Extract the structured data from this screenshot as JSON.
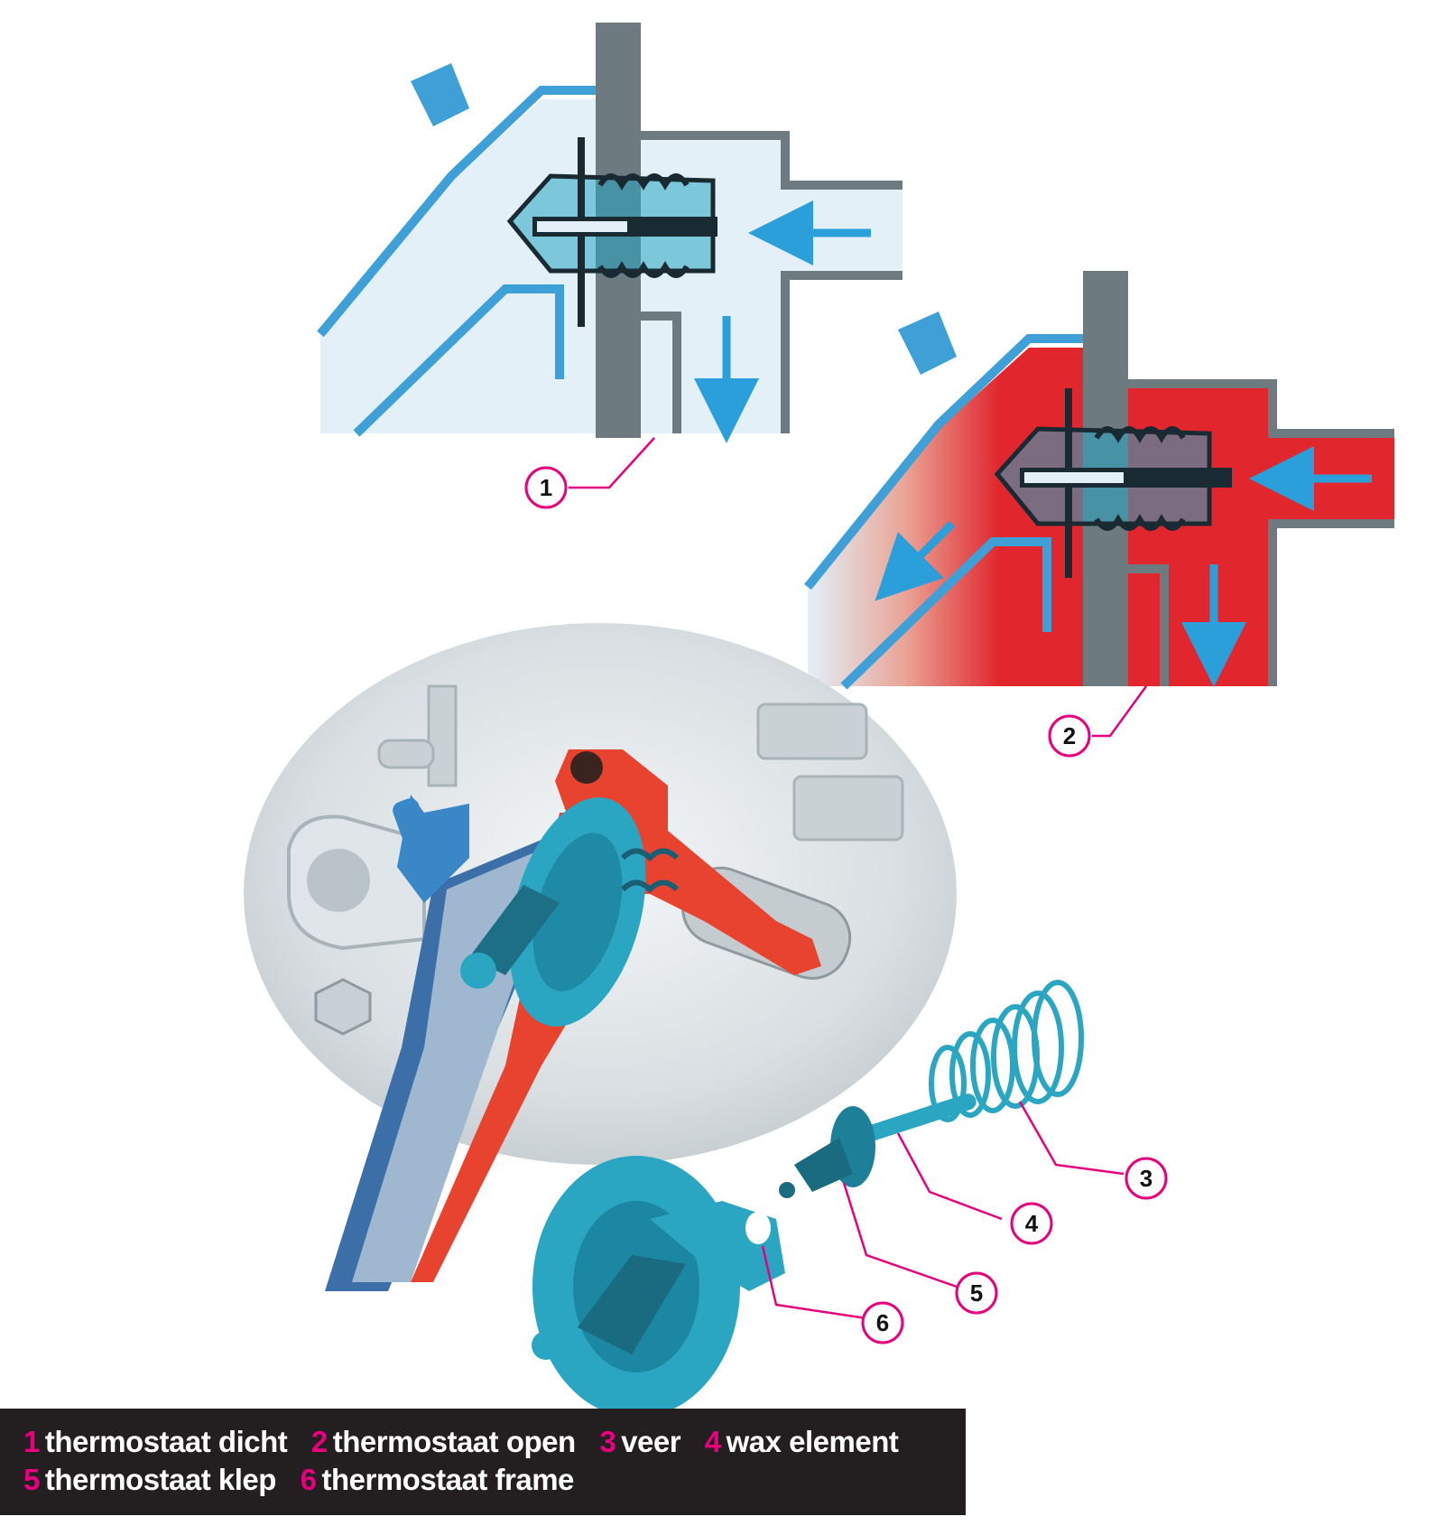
{
  "colors": {
    "accent_magenta": "#e6007e",
    "housing_blue": "#3fa0d8",
    "coolant_light": "#e3f0f8",
    "coolant_hot": "#e1262d",
    "block_gray": "#6d7b80",
    "part_teal": "#2aa6c2",
    "legend_bg": "#231f20",
    "legend_text": "#ffffff"
  },
  "callouts": [
    {
      "num": "1"
    },
    {
      "num": "2"
    },
    {
      "num": "3"
    },
    {
      "num": "4"
    },
    {
      "num": "5"
    },
    {
      "num": "6"
    }
  ],
  "legend": [
    {
      "num": "1",
      "label": "thermostaat dicht"
    },
    {
      "num": "2",
      "label": "thermostaat open"
    },
    {
      "num": "3",
      "label": "veer"
    },
    {
      "num": "4",
      "label": "wax element"
    },
    {
      "num": "5",
      "label": "thermostaat klep"
    },
    {
      "num": "6",
      "label": "thermostaat frame"
    }
  ]
}
